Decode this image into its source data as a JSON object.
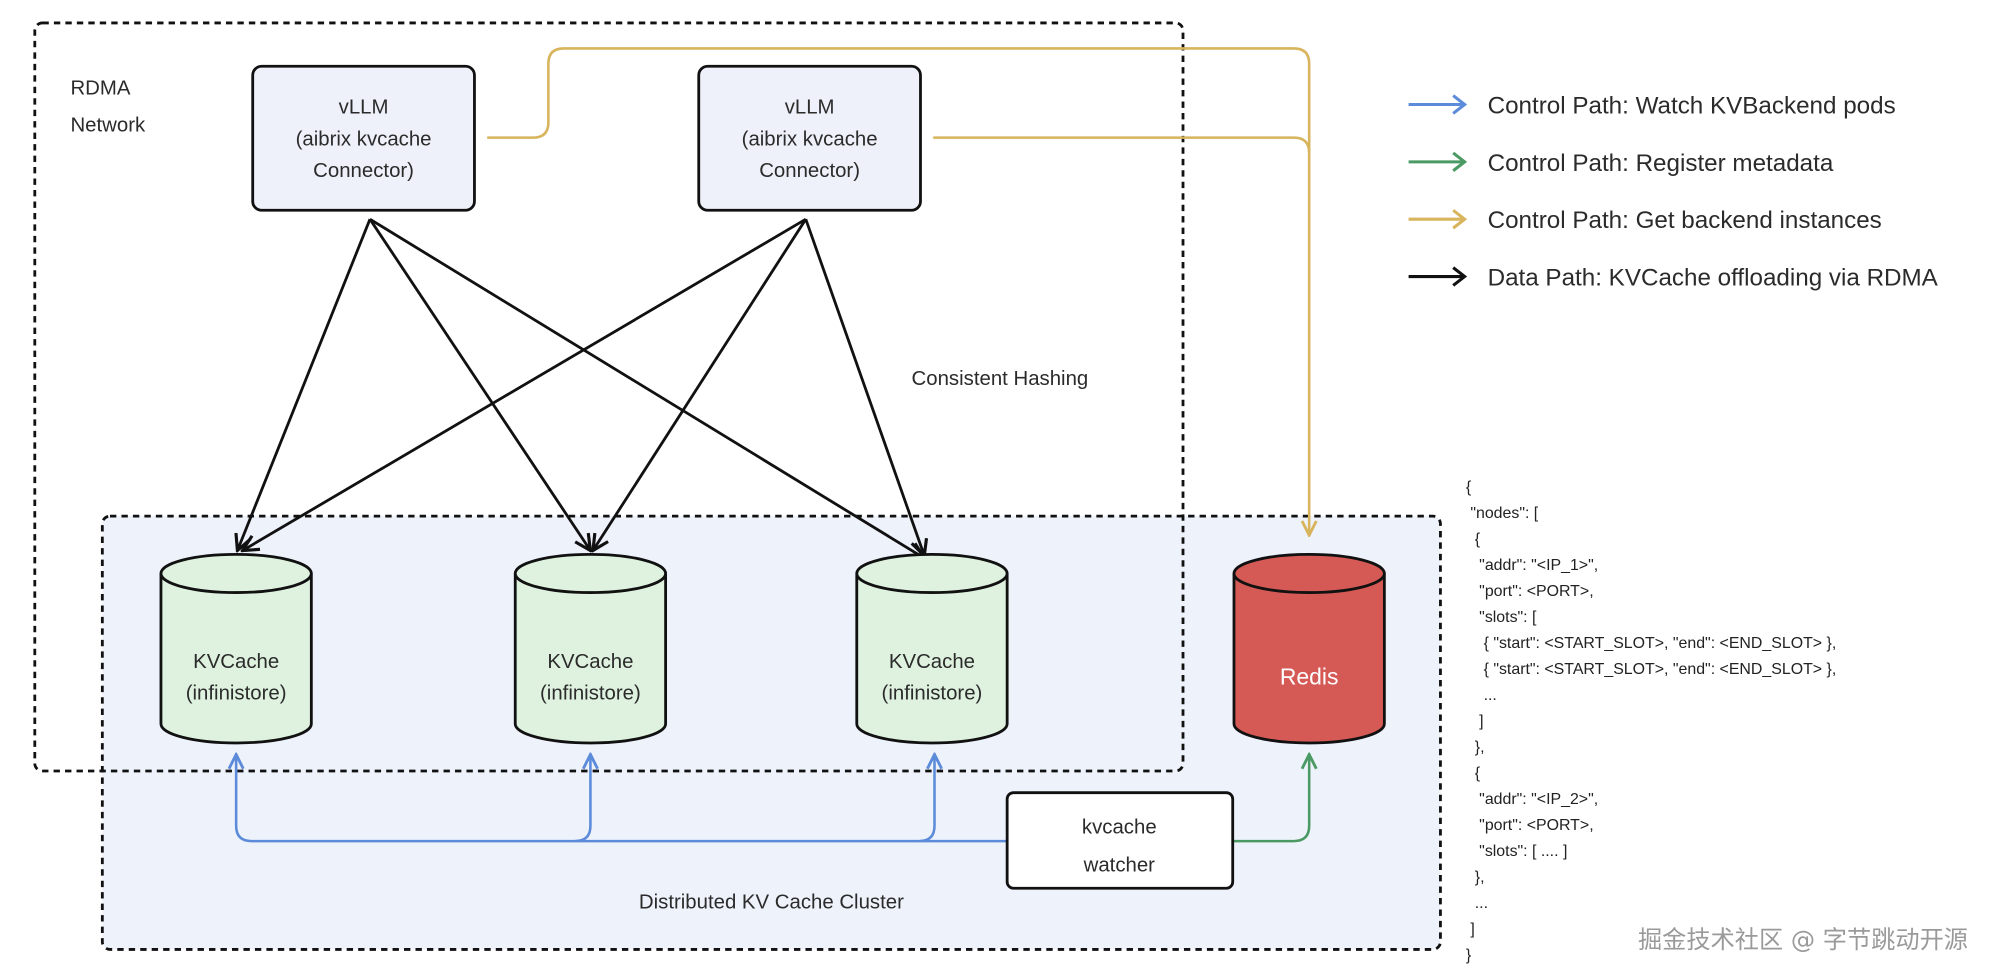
{
  "colors": {
    "blue": "#5b8bd9",
    "green": "#4b9a64",
    "yellow": "#d8b45c",
    "black": "#111111",
    "redis": "#d55a55",
    "kvcache_fill": "#def2df",
    "vllm_fill": "#eef1fa",
    "cluster_fill": "#eef2fb"
  },
  "rdma_label": [
    "RDMA",
    "Network"
  ],
  "vllm_nodes": [
    {
      "lines": [
        "vLLM",
        "(aibrix kvcache",
        "Connector)"
      ]
    },
    {
      "lines": [
        "vLLM",
        "(aibrix kvcache",
        "Connector)"
      ]
    }
  ],
  "consistent_hashing": "Consistent Hashing",
  "kvcache_nodes": [
    {
      "lines": [
        "KVCache",
        "(infinistore)"
      ]
    },
    {
      "lines": [
        "KVCache",
        "(infinistore)"
      ]
    },
    {
      "lines": [
        "KVCache",
        "(infinistore)"
      ]
    }
  ],
  "redis": "Redis",
  "watcher": [
    "kvcache",
    "watcher"
  ],
  "cluster_label": "Distributed KV Cache Cluster",
  "legend": [
    {
      "color": "blue",
      "label": "Control Path: Watch KVBackend pods"
    },
    {
      "color": "green",
      "label": "Control Path: Register metadata"
    },
    {
      "color": "yellow",
      "label": "Control Path: Get backend instances"
    },
    {
      "color": "black",
      "label": "Data Path: KVCache offloading via RDMA"
    }
  ],
  "code_lines": [
    "{",
    " \"nodes\": [",
    "  {",
    "   \"addr\": \"<IP_1>\",",
    "   \"port\": <PORT>,",
    "   \"slots\": [",
    "    { \"start\": <START_SLOT>, \"end\": <END_SLOT> },",
    "    { \"start\": <START_SLOT>, \"end\": <END_SLOT> },",
    "    ...",
    "   ]",
    "  },",
    "  {",
    "   \"addr\": \"<IP_2>\",",
    "   \"port\": <PORT>,",
    "   \"slots\": [ .... ]",
    "  },",
    "  ...",
    " ]",
    "}"
  ],
  "watermark": "掘金技术社区 @ 字节跳动开源"
}
